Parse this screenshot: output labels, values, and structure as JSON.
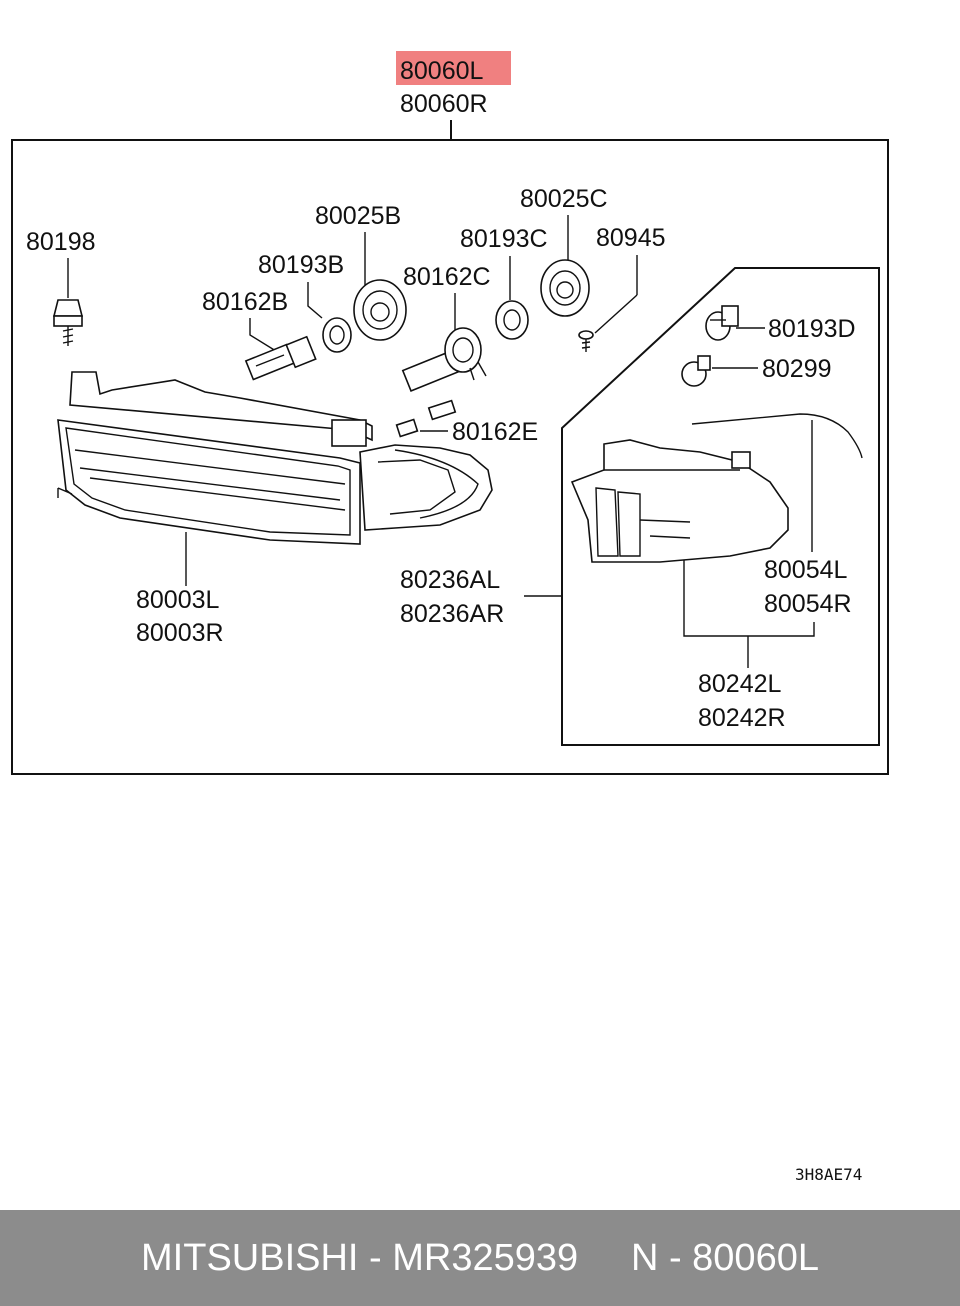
{
  "assembly": {
    "highlight_code": "80060L",
    "other_code": "80060R",
    "highlight_color": "#f08080"
  },
  "labels": {
    "p80198": "80198",
    "p80025b": "80025B",
    "p80193b": "80193B",
    "p80162b": "80162B",
    "p80025c": "80025C",
    "p80193c": "80193C",
    "p80162c": "80162C",
    "p80945": "80945",
    "p80193d": "80193D",
    "p80299": "80299",
    "p80162e": "80162E",
    "p80003l": "80003L",
    "p80003r": "80003R",
    "p80236al": "80236AL",
    "p80236ar": "80236AR",
    "p80054l": "80054L",
    "p80054r": "80054R",
    "p80242l": "80242L",
    "p80242r": "80242R"
  },
  "diagram_code": "3H8AE74",
  "footer": {
    "text": "MITSUBISHI - MR325939     N - 80060L",
    "background": "#8c8c8c"
  }
}
